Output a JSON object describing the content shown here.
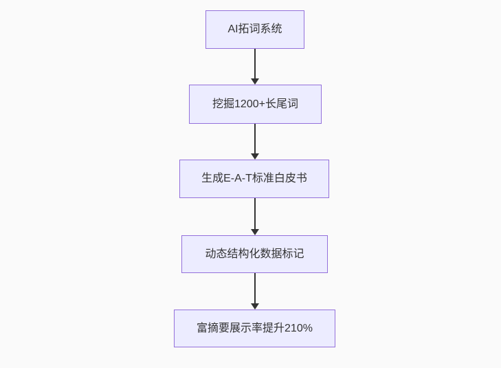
{
  "diagram": {
    "type": "flowchart",
    "direction": "top-down",
    "nodes": [
      {
        "id": "node-1",
        "label": "AI拓词系统"
      },
      {
        "id": "node-2",
        "label": "挖掘1200+长尾词"
      },
      {
        "id": "node-3",
        "label": "生成E-A-T标准白皮书"
      },
      {
        "id": "node-4",
        "label": "动态结构化数据标记"
      },
      {
        "id": "node-5",
        "label": "富摘要展示率提升210%"
      }
    ],
    "edges": [
      {
        "from": "node-1",
        "to": "node-2"
      },
      {
        "from": "node-2",
        "to": "node-3"
      },
      {
        "from": "node-3",
        "to": "node-4"
      },
      {
        "from": "node-4",
        "to": "node-5"
      }
    ],
    "colors": {
      "node_fill": "#ECECFF",
      "node_border": "#9370DB",
      "edge": "#333333",
      "text": "#333333",
      "background": "#fafafa"
    }
  }
}
